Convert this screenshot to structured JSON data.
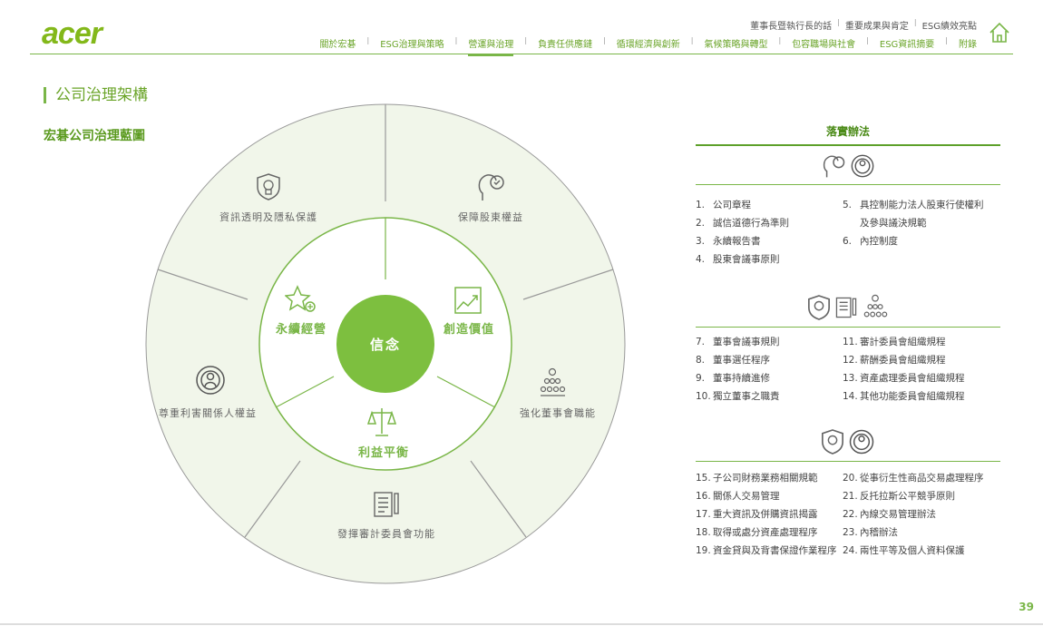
{
  "header": {
    "logo": "acer",
    "top_nav": [
      "董事長暨執行長的話",
      "重要成果與肯定",
      "ESG績效亮點"
    ],
    "main_nav": [
      "關於宏碁",
      "ESG治理與策略",
      "營運與治理",
      "負責任供應鏈",
      "循環經濟與創新",
      "氣候策略與轉型",
      "包容職場與社會",
      "ESG資訊摘要",
      "附錄"
    ],
    "active_nav": "營運與治理",
    "home_icon": "home-icon"
  },
  "page_title": "公司治理架構",
  "subtitle": "宏碁公司治理藍圖",
  "wheel": {
    "center": "信念",
    "inner": [
      "永續經營",
      "創造價值",
      "利益平衡"
    ],
    "outer": [
      "資訊透明及隱私保護",
      "保障股東權益",
      "強化董事會職能",
      "發揮審計委員會功能",
      "尊重利害關係人權益"
    ]
  },
  "implementation": {
    "heading": "落實辦法",
    "groups": [
      {
        "left": [
          [
            "1.",
            "公司章程"
          ],
          [
            "2.",
            "誠信道德行為準則"
          ],
          [
            "3.",
            "永續報告書"
          ],
          [
            "4.",
            "股東會議事原則"
          ]
        ],
        "right": [
          [
            "5.",
            "具控制能力法人股東行使權利及參與議決規範"
          ],
          [
            "6.",
            "內控制度"
          ]
        ]
      },
      {
        "left": [
          [
            "7.",
            "董事會議事規則"
          ],
          [
            "8.",
            "董事選任程序"
          ],
          [
            "9.",
            "董事持續進修"
          ],
          [
            "10.",
            "獨立董事之職責"
          ]
        ],
        "right": [
          [
            "11.",
            "審計委員會組織規程"
          ],
          [
            "12.",
            "薪酬委員會組織規程"
          ],
          [
            "13.",
            "資產處理委員會組織規程"
          ],
          [
            "14.",
            "其他功能委員會組織規程"
          ]
        ]
      },
      {
        "left": [
          [
            "15.",
            "子公司財務業務相關規範"
          ],
          [
            "16.",
            "關係人交易管理"
          ],
          [
            "17.",
            "重大資訊及併購資訊揭露"
          ],
          [
            "18.",
            "取得或處分資產處理程序"
          ],
          [
            "19.",
            "資金貸與及背書保證作業程序"
          ]
        ],
        "right": [
          [
            "20.",
            "從事衍生性商品交易處理程序"
          ],
          [
            "21.",
            "反托拉斯公平競爭原則"
          ],
          [
            "22.",
            "內線交易管理辦法"
          ],
          [
            "23.",
            "內稽辦法"
          ],
          [
            "24.",
            "兩性平等及個人資料保護"
          ]
        ]
      }
    ]
  },
  "page_number": "39",
  "colors": {
    "accent": "#7ab648",
    "center": "#7dbf3f",
    "ring_fill": "#f1f6ea"
  }
}
